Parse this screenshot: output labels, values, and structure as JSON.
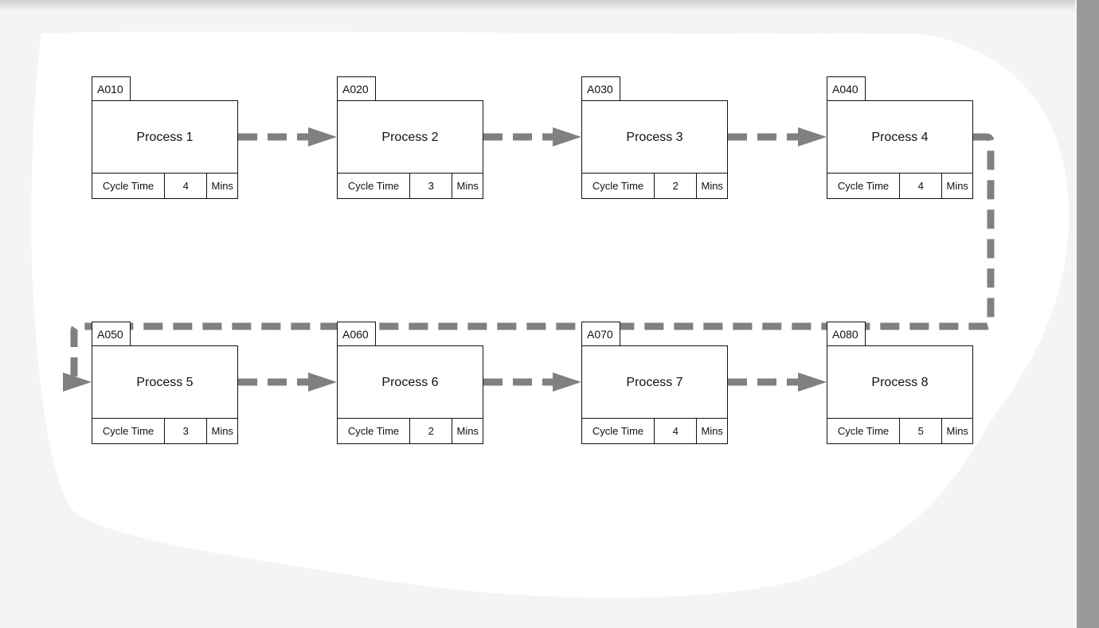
{
  "diagram": {
    "processes": [
      {
        "id": "A010",
        "name": "Process 1",
        "metric_label": "Cycle Time",
        "value": "4",
        "unit": "Mins"
      },
      {
        "id": "A020",
        "name": "Process 2",
        "metric_label": "Cycle Time",
        "value": "3",
        "unit": "Mins"
      },
      {
        "id": "A030",
        "name": "Process 3",
        "metric_label": "Cycle Time",
        "value": "2",
        "unit": "Mins"
      },
      {
        "id": "A040",
        "name": "Process 4",
        "metric_label": "Cycle Time",
        "value": "4",
        "unit": "Mins"
      },
      {
        "id": "A050",
        "name": "Process 5",
        "metric_label": "Cycle Time",
        "value": "3",
        "unit": "Mins"
      },
      {
        "id": "A060",
        "name": "Process 6",
        "metric_label": "Cycle Time",
        "value": "2",
        "unit": "Mins"
      },
      {
        "id": "A070",
        "name": "Process 7",
        "metric_label": "Cycle Time",
        "value": "4",
        "unit": "Mins"
      },
      {
        "id": "A080",
        "name": "Process 8",
        "metric_label": "Cycle Time",
        "value": "5",
        "unit": "Mins"
      }
    ],
    "flows": [
      {
        "from": "A010",
        "to": "A020"
      },
      {
        "from": "A020",
        "to": "A030"
      },
      {
        "from": "A030",
        "to": "A040"
      },
      {
        "from": "A040",
        "to": "A050"
      },
      {
        "from": "A050",
        "to": "A060"
      },
      {
        "from": "A060",
        "to": "A070"
      },
      {
        "from": "A070",
        "to": "A080"
      }
    ],
    "colors": {
      "arrow": "#808080",
      "canvas": "#f4f4f4",
      "region": "#ffffff",
      "scrollbar": "#9a9a9a"
    }
  }
}
